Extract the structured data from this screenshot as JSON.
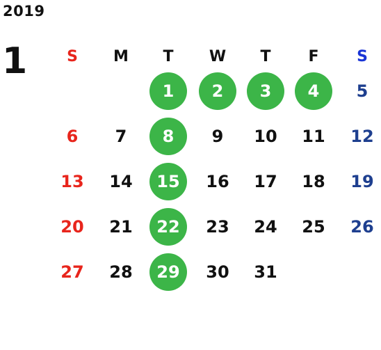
{
  "year": "2019",
  "month": "1",
  "weekdays": [
    "S",
    "M",
    "T",
    "W",
    "T",
    "F",
    "S"
  ],
  "weeks": [
    [
      "",
      "",
      "1",
      "2",
      "3",
      "4",
      "5"
    ],
    [
      "6",
      "7",
      "8",
      "9",
      "10",
      "11",
      "12"
    ],
    [
      "13",
      "14",
      "15",
      "16",
      "17",
      "18",
      "19"
    ],
    [
      "20",
      "21",
      "22",
      "23",
      "24",
      "25",
      "26"
    ],
    [
      "27",
      "28",
      "29",
      "30",
      "31",
      "",
      ""
    ]
  ],
  "highlighted_days": [
    "1",
    "2",
    "3",
    "4",
    "8",
    "15",
    "22",
    "29"
  ],
  "colors": {
    "sunday": "#e8251c",
    "saturday": "#1e3f8f",
    "saturday_header": "#1a35d6",
    "highlight": "#3cb548",
    "text": "#111111"
  }
}
